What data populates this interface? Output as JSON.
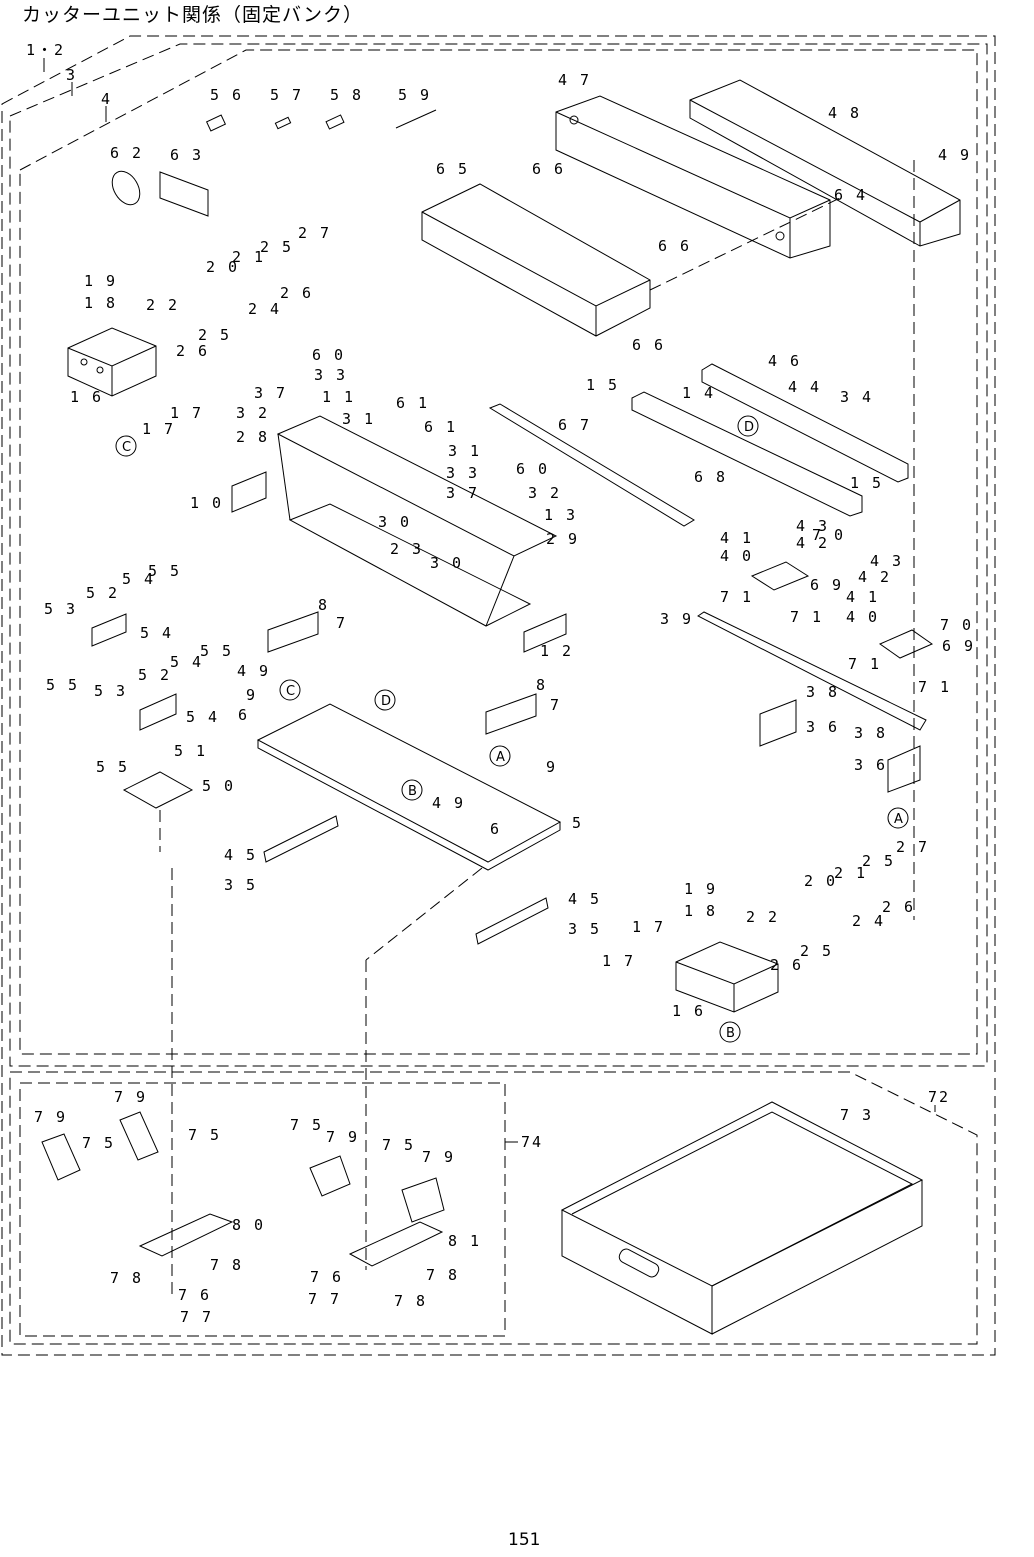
{
  "title": "カッターユニット関係（固定バンク）",
  "page_number": "151",
  "group_labels": {
    "g12": "1・2",
    "g3": "3",
    "g4": "4",
    "g72": "72",
    "g74": "74"
  },
  "callouts": [
    "5",
    "6",
    "6",
    "7",
    "7",
    "8",
    "8",
    "9",
    "9",
    "10",
    "11",
    "12",
    "13",
    "14",
    "15",
    "15",
    "16",
    "16",
    "17",
    "17",
    "17",
    "17",
    "18",
    "18",
    "19",
    "19",
    "20",
    "20",
    "21",
    "21",
    "22",
    "22",
    "23",
    "24",
    "24",
    "25",
    "25",
    "25",
    "25",
    "26",
    "26",
    "26",
    "26",
    "27",
    "27",
    "28",
    "29",
    "30",
    "30",
    "31",
    "31",
    "32",
    "32",
    "33",
    "33",
    "34",
    "35",
    "35",
    "36",
    "36",
    "37",
    "37",
    "38",
    "38",
    "39",
    "40",
    "40",
    "41",
    "41",
    "42",
    "42",
    "43",
    "43",
    "44",
    "45",
    "45",
    "46",
    "47",
    "48",
    "49",
    "49",
    "49",
    "50",
    "51",
    "52",
    "52",
    "53",
    "53",
    "54",
    "54",
    "54",
    "54",
    "55",
    "55",
    "55",
    "55",
    "56",
    "57",
    "58",
    "59",
    "60",
    "60",
    "61",
    "61",
    "62",
    "63",
    "64",
    "65",
    "66",
    "66",
    "66",
    "67",
    "68",
    "69",
    "69",
    "70",
    "70",
    "71",
    "71",
    "71",
    "71",
    "73",
    "75",
    "75",
    "75",
    "75",
    "76",
    "76",
    "77",
    "77",
    "78",
    "78",
    "78",
    "78",
    "79",
    "79",
    "79",
    "79",
    "80",
    "81"
  ],
  "reference_letters": [
    "A",
    "A",
    "B",
    "B",
    "C",
    "C",
    "D",
    "D"
  ]
}
